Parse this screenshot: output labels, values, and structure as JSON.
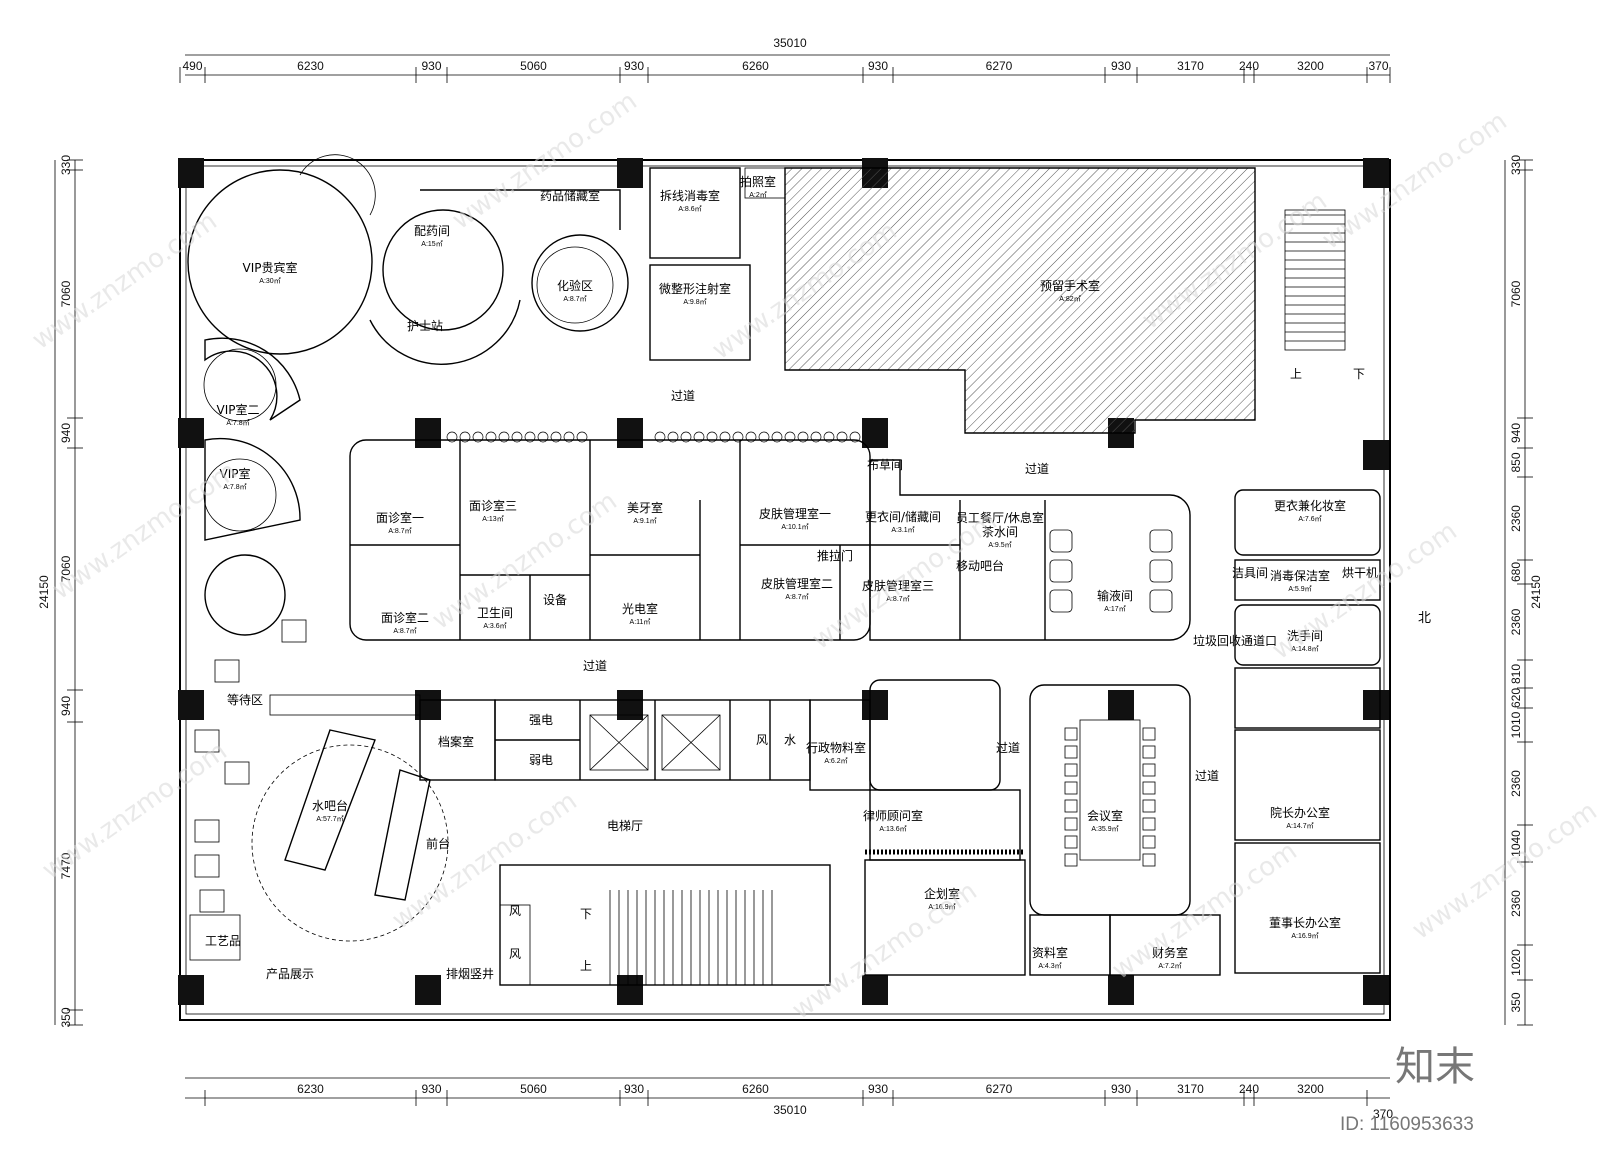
{
  "plan": {
    "top_total": "35010",
    "bottom_total": "35010",
    "top_segments": [
      "490",
      "6230",
      "930",
      "5060",
      "930",
      "6260",
      "930",
      "6270",
      "930",
      "3170",
      "240",
      "3200",
      "370"
    ],
    "bottom_segments": [
      "6230",
      "930",
      "5060",
      "930",
      "6260",
      "930",
      "6270",
      "930",
      "3170",
      "240",
      "3200"
    ],
    "bottom_right": "370",
    "bottom_left": "350",
    "left_segments": [
      "330",
      "7060",
      "940",
      "7060",
      "940",
      "7470",
      "350"
    ],
    "left_total": "24150",
    "right_segments": [
      "330",
      "7060",
      "940",
      "850",
      "2360",
      "680",
      "2360",
      "810",
      "620",
      "1010",
      "2360",
      "1040",
      "2360",
      "1020",
      "350"
    ],
    "right_total": "24150",
    "north": "北"
  },
  "rooms": [
    {
      "id": "vip-main",
      "label": "VIP贵宾室",
      "area": "A:30㎡"
    },
    {
      "id": "dispensary",
      "label": "配药间",
      "area": "A:15㎡"
    },
    {
      "id": "drug-storage",
      "label": "药品储藏室",
      "area": ""
    },
    {
      "id": "lab",
      "label": "化验区",
      "area": "A:8.7㎡"
    },
    {
      "id": "nurse-station",
      "label": "护士站",
      "area": ""
    },
    {
      "id": "suture-removal",
      "label": "拆线消毒室",
      "area": "A:8.6㎡"
    },
    {
      "id": "micro-injection",
      "label": "微整形注射室",
      "area": "A:9.8㎡"
    },
    {
      "id": "photo-room",
      "label": "拍照室",
      "area": "A:2㎡"
    },
    {
      "id": "reserved-surgery",
      "label": "预留手术室",
      "area": "A:82㎡"
    },
    {
      "id": "vip-2",
      "label": "VIP室二",
      "area": "A:7.8㎡"
    },
    {
      "id": "vip-1",
      "label": "VIP室",
      "area": "A:7.8㎡"
    },
    {
      "id": "consult-1",
      "label": "面诊室一",
      "area": "A:8.7㎡"
    },
    {
      "id": "consult-2",
      "label": "面诊室二",
      "area": "A:8.7㎡"
    },
    {
      "id": "consult-3",
      "label": "面诊室三",
      "area": "A:13㎡"
    },
    {
      "id": "dental",
      "label": "美牙室",
      "area": "A:9.1㎡"
    },
    {
      "id": "photoelectric",
      "label": "光电室",
      "area": "A:11㎡"
    },
    {
      "id": "restroom",
      "label": "卫生间",
      "area": "A:3.6㎡"
    },
    {
      "id": "equipment",
      "label": "设备",
      "area": ""
    },
    {
      "id": "skin-1",
      "label": "皮肤管理室一",
      "area": "A:10.1㎡"
    },
    {
      "id": "skin-2",
      "label": "皮肤管理室二",
      "area": "A:8.7㎡"
    },
    {
      "id": "skin-3",
      "label": "皮肤管理室三",
      "area": "A:8.7㎡"
    },
    {
      "id": "linen",
      "label": "布草间",
      "area": ""
    },
    {
      "id": "sliding-door",
      "label": "推拉门",
      "area": ""
    },
    {
      "id": "changing",
      "label": "更衣间/储藏间",
      "area": "A:3.1㎡"
    },
    {
      "id": "staff-lounge",
      "label": "员工餐厅/休息室",
      "area": ""
    },
    {
      "id": "tea-room",
      "label": "茶水间",
      "area": "A:9.5㎡"
    },
    {
      "id": "mobile-bar",
      "label": "移动吧台",
      "area": ""
    },
    {
      "id": "infusion",
      "label": "输液间",
      "area": "A:17㎡"
    },
    {
      "id": "changing-makeup",
      "label": "更衣兼化妆室",
      "area": "A:7.6㎡"
    },
    {
      "id": "cleaning",
      "label": "洁具间",
      "area": ""
    },
    {
      "id": "disinfection",
      "label": "消毒保洁室",
      "area": "A:5.9㎡"
    },
    {
      "id": "drying",
      "label": "烘干机",
      "area": ""
    },
    {
      "id": "hand-wash",
      "label": "洗手间",
      "area": "A:14.8㎡"
    },
    {
      "id": "garbage",
      "label": "垃圾回收通道口",
      "area": ""
    },
    {
      "id": "waiting",
      "label": "等待区",
      "area": ""
    },
    {
      "id": "water-bar",
      "label": "水吧台",
      "area": "A:57.7㎡"
    },
    {
      "id": "reception",
      "label": "前台",
      "area": ""
    },
    {
      "id": "archive",
      "label": "档案室",
      "area": ""
    },
    {
      "id": "strong-power",
      "label": "强电",
      "area": ""
    },
    {
      "id": "weak-power",
      "label": "弱电",
      "area": ""
    },
    {
      "id": "wind",
      "label": "风",
      "area": ""
    },
    {
      "id": "water",
      "label": "水",
      "area": ""
    },
    {
      "id": "elevator-hall",
      "label": "电梯厅",
      "area": ""
    },
    {
      "id": "admin-storage",
      "label": "行政物料室",
      "area": "A:6.2㎡"
    },
    {
      "id": "lawyer",
      "label": "律师顾问室",
      "area": "A:13.6㎡"
    },
    {
      "id": "planning",
      "label": "企划室",
      "area": "A:16.9㎡"
    },
    {
      "id": "meeting",
      "label": "会议室",
      "area": "A:35.9㎡"
    },
    {
      "id": "data-room",
      "label": "资料室",
      "area": "A:4.3㎡"
    },
    {
      "id": "finance",
      "label": "财务室",
      "area": "A:7.2㎡"
    },
    {
      "id": "dean-office",
      "label": "院长办公室",
      "area": "A:14.7㎡"
    },
    {
      "id": "chairman-office",
      "label": "董事长办公室",
      "area": "A:16.9㎡"
    },
    {
      "id": "craft",
      "label": "工艺品",
      "area": ""
    },
    {
      "id": "product-display",
      "label": "产品展示",
      "area": ""
    },
    {
      "id": "duct-shaft",
      "label": "风",
      "area": ""
    },
    {
      "id": "duct-shaft-2",
      "label": "风",
      "area": ""
    },
    {
      "id": "smoke",
      "label": "排烟竖井",
      "area": ""
    }
  ],
  "corridor_label": "过道",
  "stair": {
    "up": "上",
    "down": "下"
  },
  "watermark": "www.znzmo.com",
  "brand": {
    "logo": "知末",
    "id": "ID: 1160953633"
  }
}
